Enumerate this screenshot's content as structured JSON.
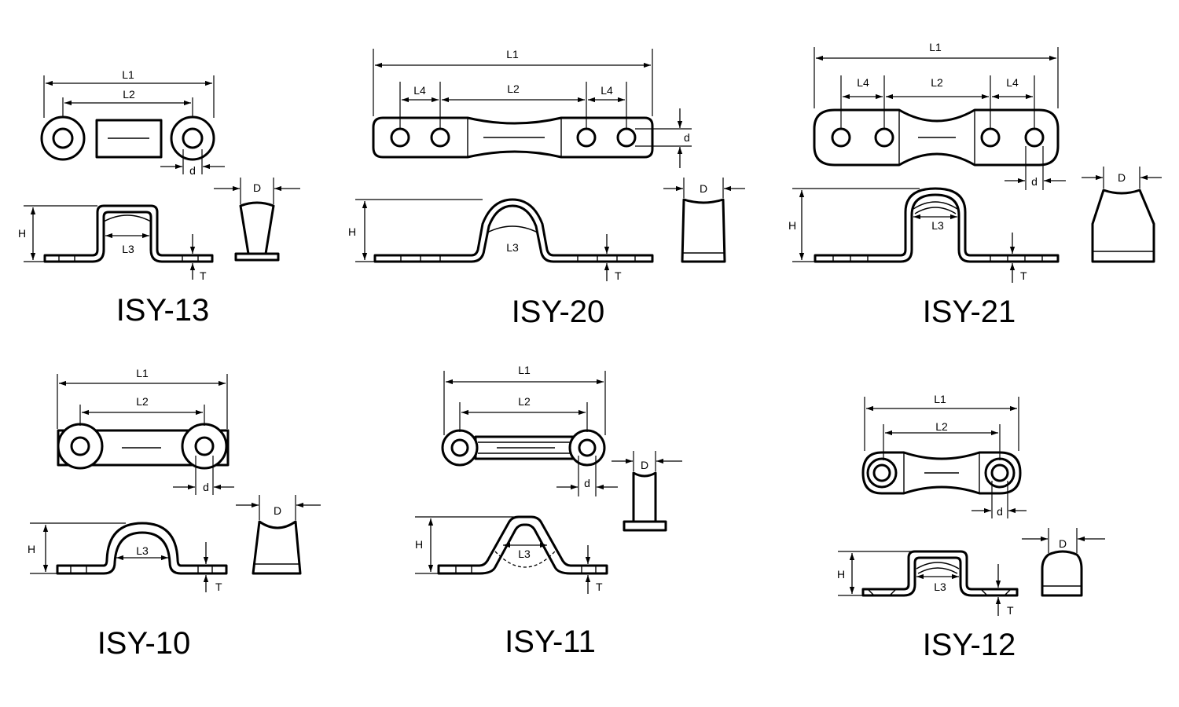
{
  "labels": {
    "L1": "L1",
    "L2": "L2",
    "L3": "L3",
    "L4": "L4",
    "d": "d",
    "D": "D",
    "H": "H",
    "T": "T"
  },
  "products": [
    {
      "id": "isy13",
      "title": "ISY-13"
    },
    {
      "id": "isy20",
      "title": "ISY-20"
    },
    {
      "id": "isy21",
      "title": "ISY-21"
    },
    {
      "id": "isy10",
      "title": "ISY-10"
    },
    {
      "id": "isy11",
      "title": "ISY-11"
    },
    {
      "id": "isy12",
      "title": "ISY-12"
    }
  ],
  "colors": {
    "line": "#000000",
    "background": "#ffffff"
  }
}
